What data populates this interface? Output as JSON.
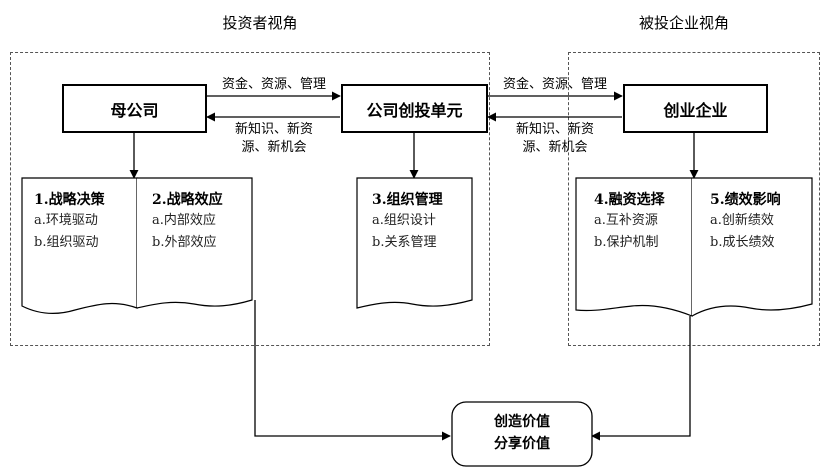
{
  "headers": {
    "investor_view": "投资者视角",
    "investee_view": "被投企业视角"
  },
  "entities": {
    "parent_company": "母公司",
    "cvc_unit": "公司创投单元",
    "startup": "创业企业"
  },
  "flows": {
    "parent_to_cvc": "资金、资源、管理",
    "cvc_to_parent_line1": "新知识、新资",
    "cvc_to_parent_line2": "源、新机会",
    "cvc_to_startup": "资金、资源、管理",
    "startup_to_cvc_line1": "新知识、新资",
    "startup_to_cvc_line2": "源、新机会"
  },
  "cards": {
    "strategic_decision": {
      "title": "1.战略决策",
      "items": [
        "a.环境驱动",
        "b.组织驱动"
      ]
    },
    "strategic_effect": {
      "title": "2.战略效应",
      "items": [
        "a.内部效应",
        "b.外部效应"
      ]
    },
    "org_management": {
      "title": "3.组织管理",
      "items": [
        "a.组织设计",
        "b.关系管理"
      ]
    },
    "financing_choice": {
      "title": "4.融资选择",
      "items": [
        "a.互补资源",
        "b.保护机制"
      ]
    },
    "performance_impact": {
      "title": "5.绩效影响",
      "items": [
        "a.创新绩效",
        "b.成长绩效"
      ]
    }
  },
  "outcome": {
    "line1": "创造价值",
    "line2": "分享价值"
  }
}
